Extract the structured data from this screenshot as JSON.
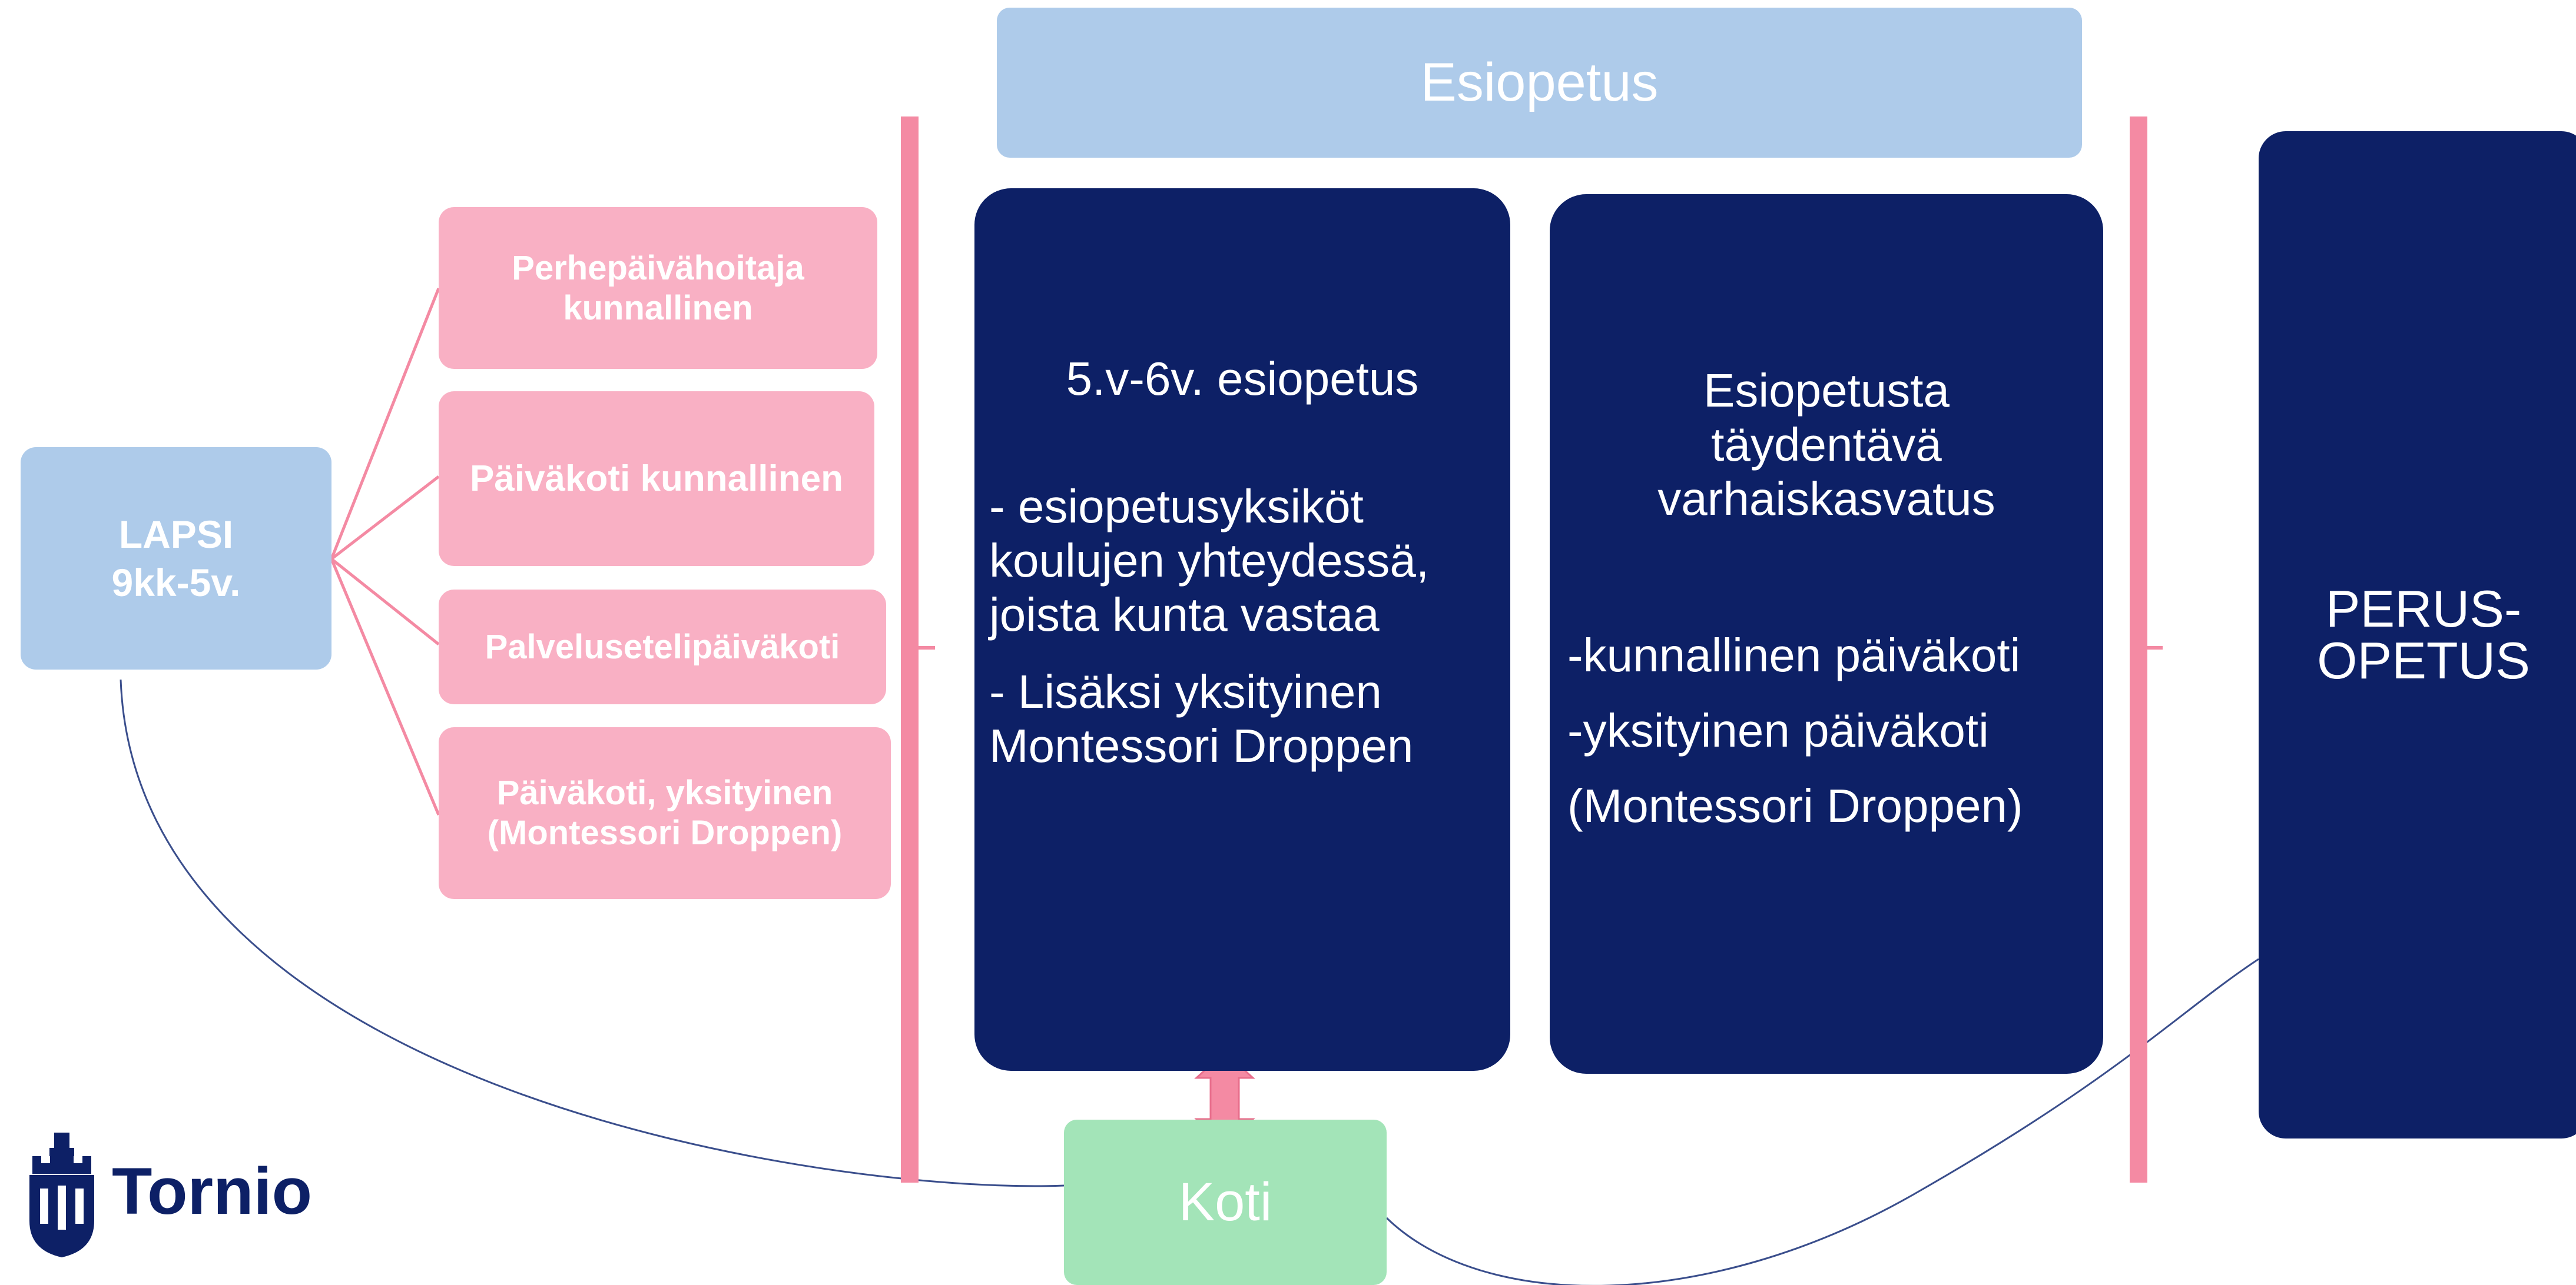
{
  "colors": {
    "light_blue": "#aecbea",
    "pink": "#f9b0c4",
    "pink_accent": "#f48aa3",
    "navy": "#0d2066",
    "green": "#a3e4b8",
    "connector_blue": "#3a4e8c"
  },
  "lapsi": {
    "line1": "LAPSI",
    "line2": "9kk-5v."
  },
  "options": [
    {
      "line1": "Perhepäivähoitaja",
      "line2": "kunnallinen"
    },
    {
      "line1": "Päiväkoti kunnallinen"
    },
    {
      "line1": "Palvelusetelipäiväkoti"
    },
    {
      "line1": "Päiväkoti, yksityinen",
      "line2": "(Montessori Droppen)"
    }
  ],
  "esiopetus_header": "Esiopetus",
  "esiopetus_box": {
    "title": "5.v-6v. esiopetus",
    "bullet1": [
      "- esiopetusyksiköt",
      "koulujen yhteydessä,",
      "joista kunta vastaa"
    ],
    "bullet2": [
      "- Lisäksi yksityinen",
      "Montessori Droppen"
    ]
  },
  "varhais_box": {
    "title": [
      "Esiopetusta",
      "täydentävä",
      "varhaiskasvatus"
    ],
    "items": [
      "-kunnallinen päiväkoti",
      "-yksityinen päiväkoti",
      "(Montessori Droppen)"
    ]
  },
  "koti": "Koti",
  "perusopetus": {
    "line1": "PERUS-",
    "line2": "OPETUS"
  },
  "logo": {
    "name": "Tornio",
    "icon": "castle-crest-icon"
  }
}
